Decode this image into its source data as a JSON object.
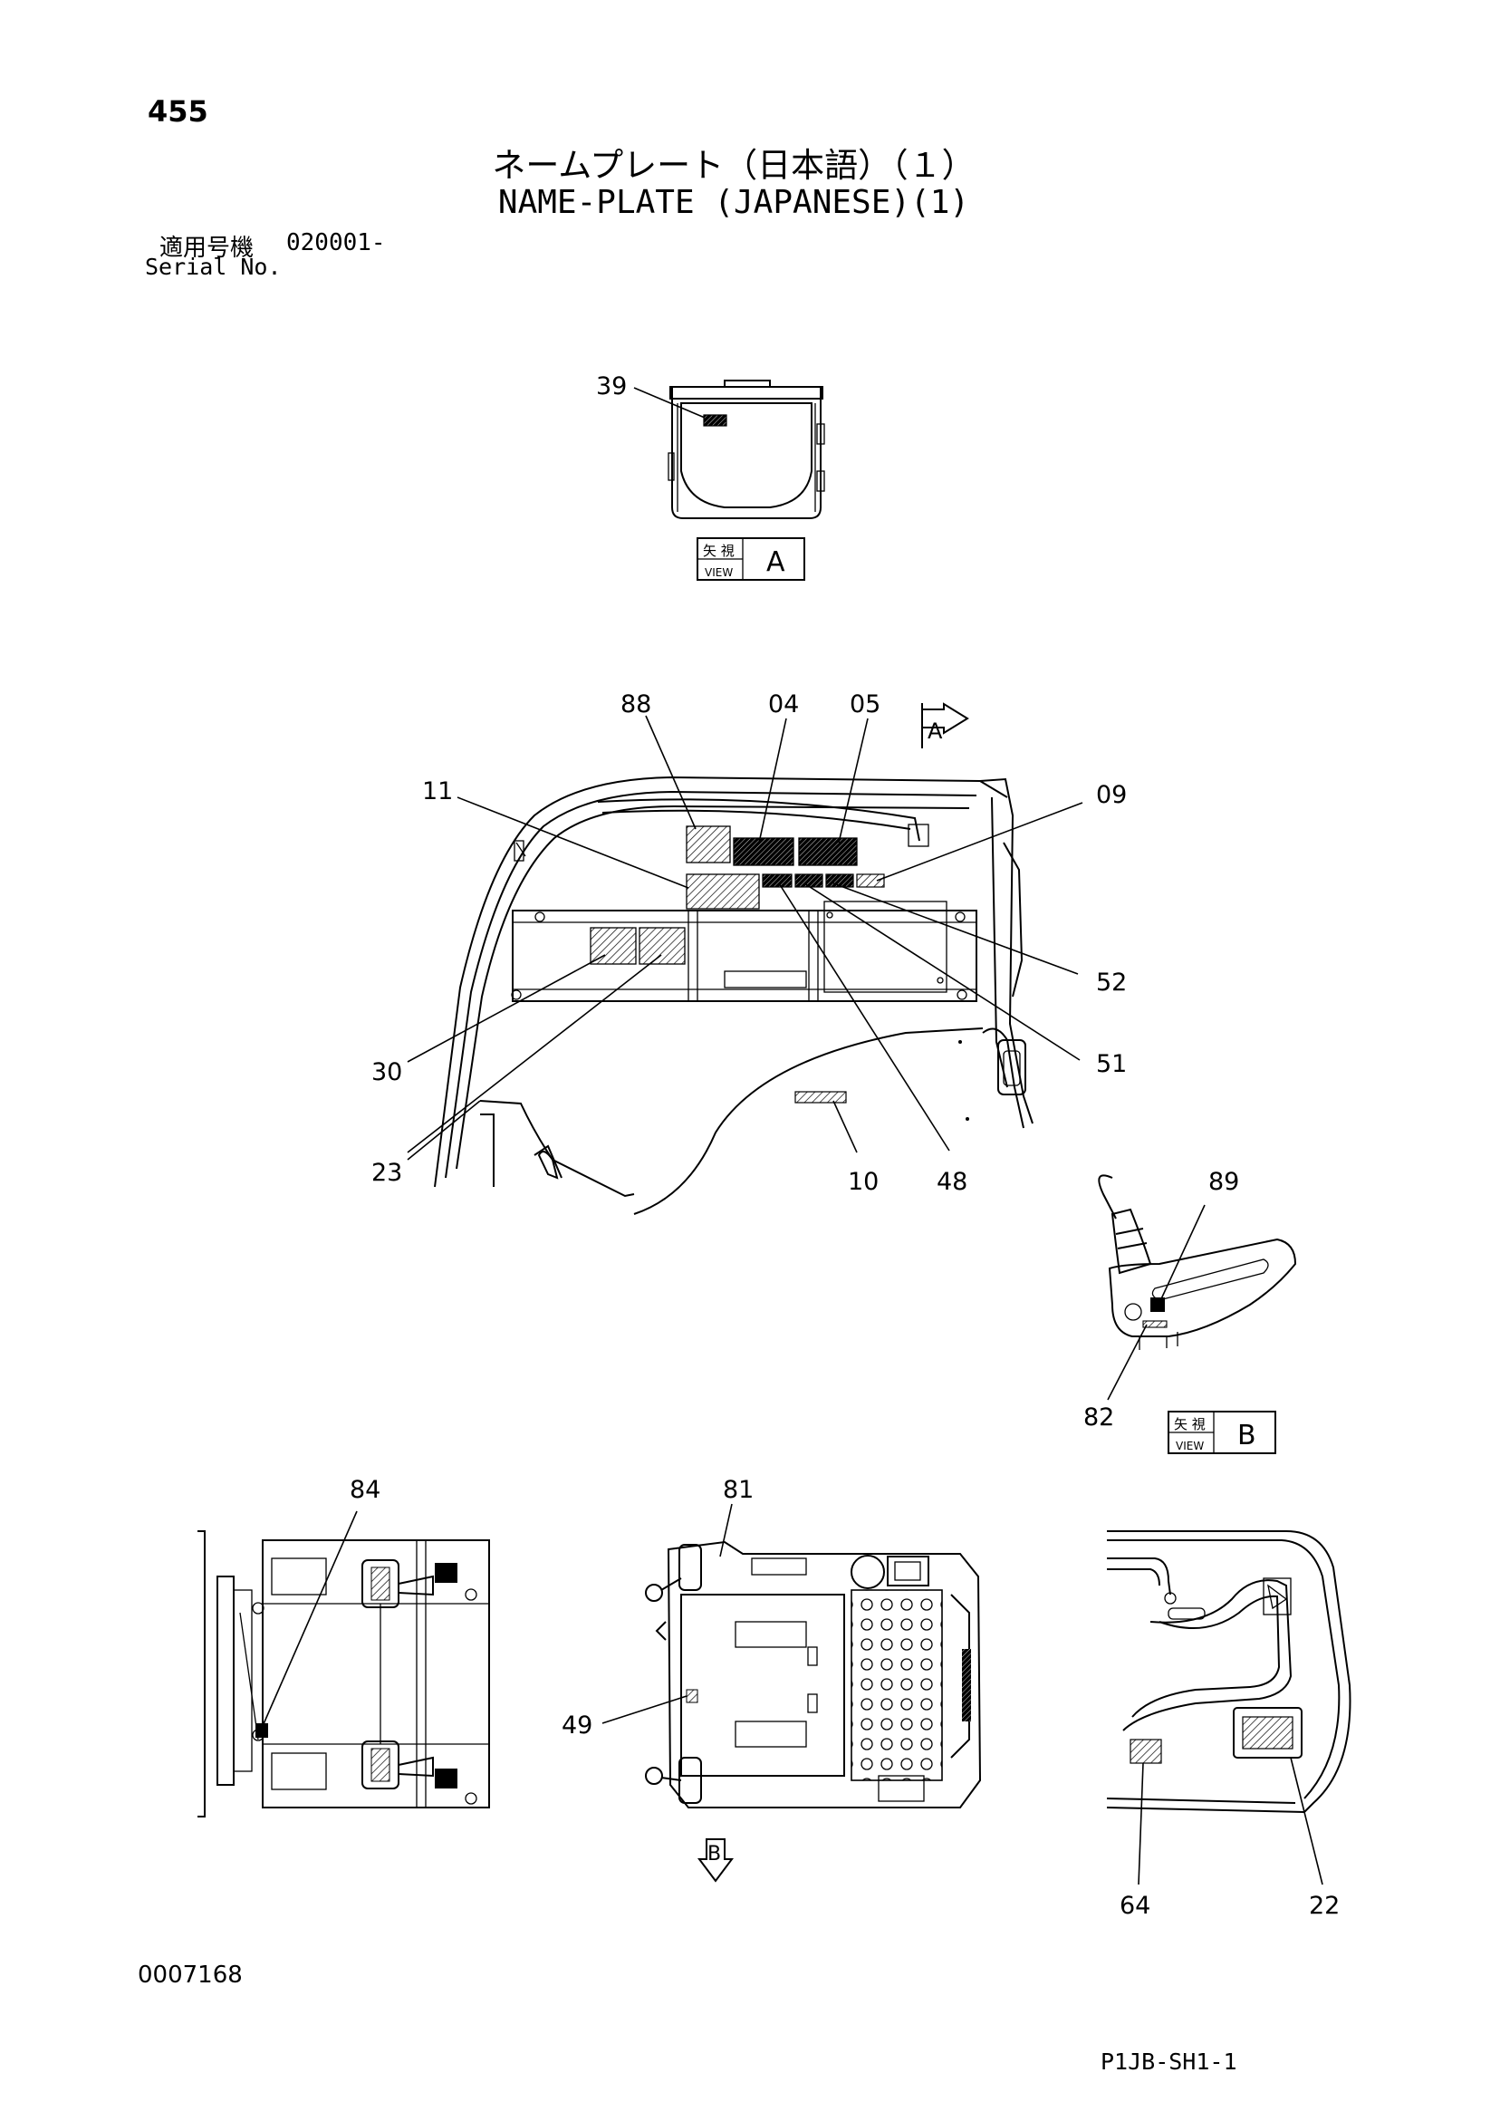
{
  "page_number": "455",
  "title_jp": "ネームプレート（日本語）（１）",
  "title_en": "NAME-PLATE (JAPANESE)(1)",
  "serial": {
    "label_jp": "適用号機",
    "value": "020001-",
    "label_en": "Serial No."
  },
  "view_tags": {
    "jp": "矢 視",
    "en": "VIEW",
    "a": "A",
    "b": "B"
  },
  "arrow_labels": {
    "a": "A",
    "b": "B"
  },
  "callouts": {
    "c39": "39",
    "c88": "88",
    "c04": "04",
    "c05": "05",
    "c11": "11",
    "c09": "09",
    "c52": "52",
    "c30": "30",
    "c51": "51",
    "c23": "23",
    "c10": "10",
    "c48": "48",
    "c89": "89",
    "c82": "82",
    "c84": "84",
    "c81": "81",
    "c49": "49",
    "c64": "64",
    "c22": "22"
  },
  "doc_code": "0007168",
  "sheet_code": "P1JB-SH1-1"
}
